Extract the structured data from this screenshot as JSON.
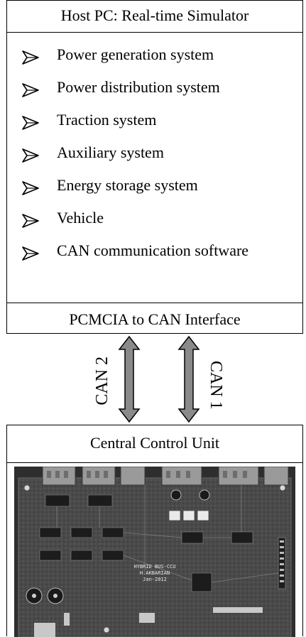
{
  "host": {
    "title": "Host PC: Real-time Simulator",
    "items": [
      "Power generation system",
      "Power distribution system",
      "Traction system",
      "Auxiliary system",
      "Energy storage system",
      "Vehicle",
      "CAN communication software"
    ],
    "interface": "PCMCIA to CAN Interface"
  },
  "links": {
    "left": "CAN 2",
    "right": "CAN 1"
  },
  "ccu": {
    "title": "Central Control Unit",
    "board_text": [
      "HYBRID BUS-CCU",
      "H.AKBARIAN",
      "Jan-2012"
    ]
  }
}
